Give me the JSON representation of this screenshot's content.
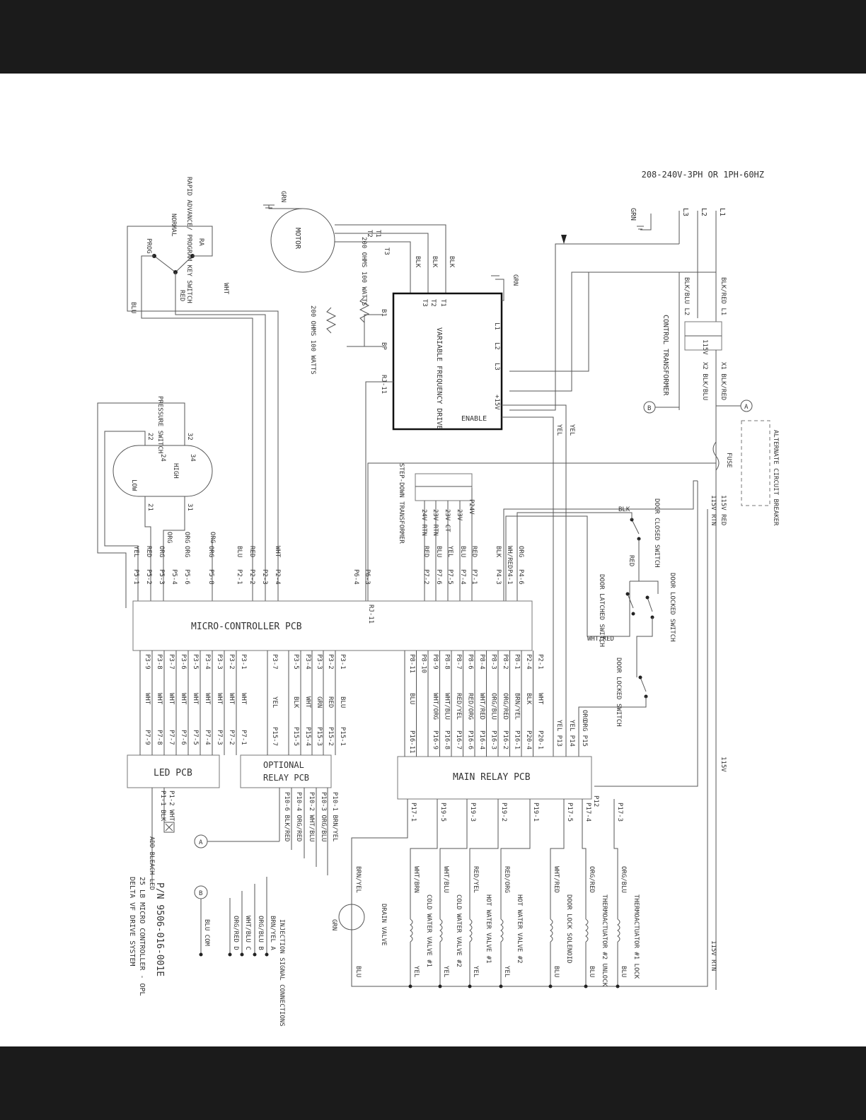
{
  "supply": {
    "rating": "208-240V-3PH OR 1PH-60HZ",
    "l1": "L1",
    "l2": "L2",
    "l3": "L3",
    "grn": "GRN"
  },
  "keyswitch": {
    "title": "RAPID ADVANCE/ PROGRAM KEY SWITCH",
    "normal": "NORMAL",
    "ra": "RA",
    "prog": "PROG",
    "wht": "WHT",
    "red": "RED",
    "blu": "BLU"
  },
  "motor": {
    "label": "MOTOR",
    "t1": "T1",
    "t2": "T2",
    "t3": "T3",
    "grn": "GRN",
    "blk": "BLK"
  },
  "resistors": {
    "r1": "200 OHMS 100 WATTS",
    "r2": "200 OHMS 100 WATTS",
    "blk": "BLK"
  },
  "vfd": {
    "label": "VARIABLE FREQUENCY DRIVE",
    "t1": "T1",
    "t2": "T2",
    "t3": "T3",
    "b1": "B1",
    "bp": "BP",
    "rj11": "RJ-11",
    "l1": "L1",
    "l2": "L2",
    "l3": "L3",
    "p15v": "+15V",
    "enable": "ENABLE",
    "grn": "GRN"
  },
  "control_transformer": {
    "label": "CONTROL TRANSFORMER",
    "h1": "BLK/RED L1",
    "h2": "BLK/BLU L2",
    "x1": "X1 BLK/RED",
    "x2": "X2 BLK/BLU",
    "v115": "115V",
    "blk": "BLK"
  },
  "breaker": {
    "label": "ALTERNATE CIRCUIT BREAKER",
    "fuse": "FUSE",
    "red": "RED",
    "wht": "WHT",
    "blk": "BLK",
    "v115red": "115V RED",
    "v115rtn": "115V RTN",
    "a": "A",
    "b": "B"
  },
  "stepdown": {
    "label": "STEP-DOWN TRANSFORMER",
    "p24v": "P24V",
    "v23": "23V",
    "v23ct": "23V CT",
    "v23rtn": "23V RTN",
    "v24rtn": "24V RTN",
    "red": "RED",
    "blu": "BLU",
    "yel": "YEL"
  },
  "pressure": {
    "label": "PRESSURE SWITCH",
    "low": "LOW",
    "high": "HIGH",
    "p22": "22",
    "p21": "21",
    "p24": "24",
    "p32": "32",
    "p31": "31",
    "p34": "34",
    "org": "ORG",
    "yel": "YEL",
    "red": "RED"
  },
  "door": {
    "closed": "DOOR CLOSED SWITCH",
    "locked": "DOOR LOCKED SWITCH",
    "latched": "DOOR LATCHED SWITCH",
    "locked2": "DOOR LOCKED SWITCH",
    "whtred": "WHT/RED",
    "org": "ORG",
    "blk": "BLK",
    "red": "RED",
    "yel": "YEL"
  },
  "mcp": {
    "label": "MICRO-CONTROLLER PCB",
    "top_pins": [
      "P5-1",
      "P5-2",
      "P5-3",
      "P5-4",
      "P5-6",
      "P5-8",
      "P2-1",
      "P2-2",
      "P2-3",
      "P2-4",
      "P6-4",
      "P6-3",
      "P7-2",
      "P7-6",
      "P7-5",
      "P7-4",
      "P7-1",
      "P4-3",
      "P4-1",
      "P4-6"
    ],
    "top_colors": [
      "YEL",
      "RED",
      "ORG",
      "",
      "ORG",
      "ORG",
      "BLU",
      "RED",
      "",
      "WHT",
      "",
      "",
      "RED",
      "BLU",
      "YEL",
      "BLU",
      "RED",
      "BLK",
      "WH/RED",
      "ORG"
    ],
    "rj11": "RJ-11"
  },
  "led_pcb": {
    "label": "LED PCB",
    "mcp_pins": [
      "P3-9",
      "P3-8",
      "P3-7",
      "P3-6",
      "P3-5",
      "P3-4",
      "P3-3",
      "P3-2",
      "P3-1"
    ],
    "colors": [
      "WHT",
      "WHT",
      "WHT",
      "WHT",
      "WHT",
      "WHT",
      "WHT",
      "WHT",
      "WHT"
    ],
    "pins": [
      "P7-9",
      "P7-8",
      "P7-7",
      "P7-6",
      "P7-5",
      "P7-4",
      "P7-3",
      "P7-2",
      "P7-1"
    ],
    "out": [
      "P1-1 BLK",
      "P1-2 WHT"
    ],
    "add_bleach": "ADD BLEACH LED"
  },
  "optional_relay": {
    "label": "OPTIONAL RELAY PCB",
    "mcp_pins": [
      "P3-7",
      "P3-5",
      "P3-4",
      "P3-3",
      "P3-2",
      "P3-1"
    ],
    "colors": [
      "YEL",
      "BLK",
      "WHT",
      "GRN",
      "RED",
      "BLU"
    ],
    "pins": [
      "P15-7",
      "P15-5",
      "P15-4",
      "P15-3",
      "P15-2",
      "P15-1"
    ],
    "out": [
      "P10-6 BLK/RED",
      "P10-4 ORG/RED",
      "P10-2 WHT/BLU",
      "P10-3 ORG/BLU",
      "P10-1 BRN/YEL"
    ]
  },
  "main_relay": {
    "label": "MAIN RELAY PCB",
    "mcp_pins": [
      "P8-11",
      "P8-10",
      "P8-9",
      "P8-8",
      "P8-7",
      "P8-6",
      "P8-4",
      "P8-3",
      "P8-2",
      "P8-1",
      "P2-4",
      "P2-1"
    ],
    "colors": [
      "BLU",
      "",
      "WHT/ORG",
      "WHT/BLU",
      "RED/YEL",
      "RED/ORG",
      "WHT/RED",
      "ORG/BLU",
      "ORG/RED",
      "BRN/YEL",
      "BLK",
      "WHT"
    ],
    "pins": [
      "P16-11",
      "",
      "P16-9",
      "P16-8",
      "P16-7",
      "P16-6",
      "P16-4",
      "P16-3",
      "P16-2",
      "P16-1",
      "P20-4",
      "P20-1"
    ],
    "extra": [
      "YEL P13",
      "YEL P14",
      "ORG P15"
    ],
    "p12": "P12",
    "v115": "115V",
    "out_pins": [
      "P17-1",
      "P19-5",
      "P19-3",
      "P19-2",
      "P19-1",
      "P17-5",
      "P17-4",
      "P17-3"
    ]
  },
  "outputs": [
    {
      "label": "DRAIN VALVE",
      "wire": "BRN/YEL",
      "ret": "BLU",
      "grn": "GRN"
    },
    {
      "label": "COLD WATER VALVE #1",
      "wire": "WHT/BRN",
      "ret": "YEL"
    },
    {
      "label": "COLD WATER VALVE #2",
      "wire": "WHT/BLU",
      "ret": "YEL"
    },
    {
      "label": "HOT WATER VALVE #1",
      "wire": "RED/YEL",
      "ret": "YEL"
    },
    {
      "label": "HOT WATER VALVE #2",
      "wire": "RED/ORG",
      "ret": "YEL"
    },
    {
      "label": "DOOR LOCK SOLENOID",
      "wire": "WHT/RED",
      "ret": "BLU"
    },
    {
      "label": "THERMOACTUATOR #2 UNLOCK",
      "wire": "ORG/RED",
      "ret": "BLU"
    },
    {
      "label": "THERMOACTUATOR #1 LOCK",
      "wire": "ORG/BLU",
      "ret": "BLU"
    }
  ],
  "injection": {
    "label": "INJECTION SIGNAL CONNECTIONS",
    "wires": [
      "ORG/RED D",
      "WHT/BLU C",
      "ORG/BLU B",
      "BRN/YEL A"
    ],
    "blu_com": "BLU COM",
    "a": "A",
    "b": "B"
  },
  "rtn115": "115V RTN",
  "title_block": {
    "pn": "P/N 9506-016-001E",
    "desc": "25 LB MICRO CONTROLLER - OPL",
    "sys": "DELTA VF DRIVE SYSTEM"
  }
}
